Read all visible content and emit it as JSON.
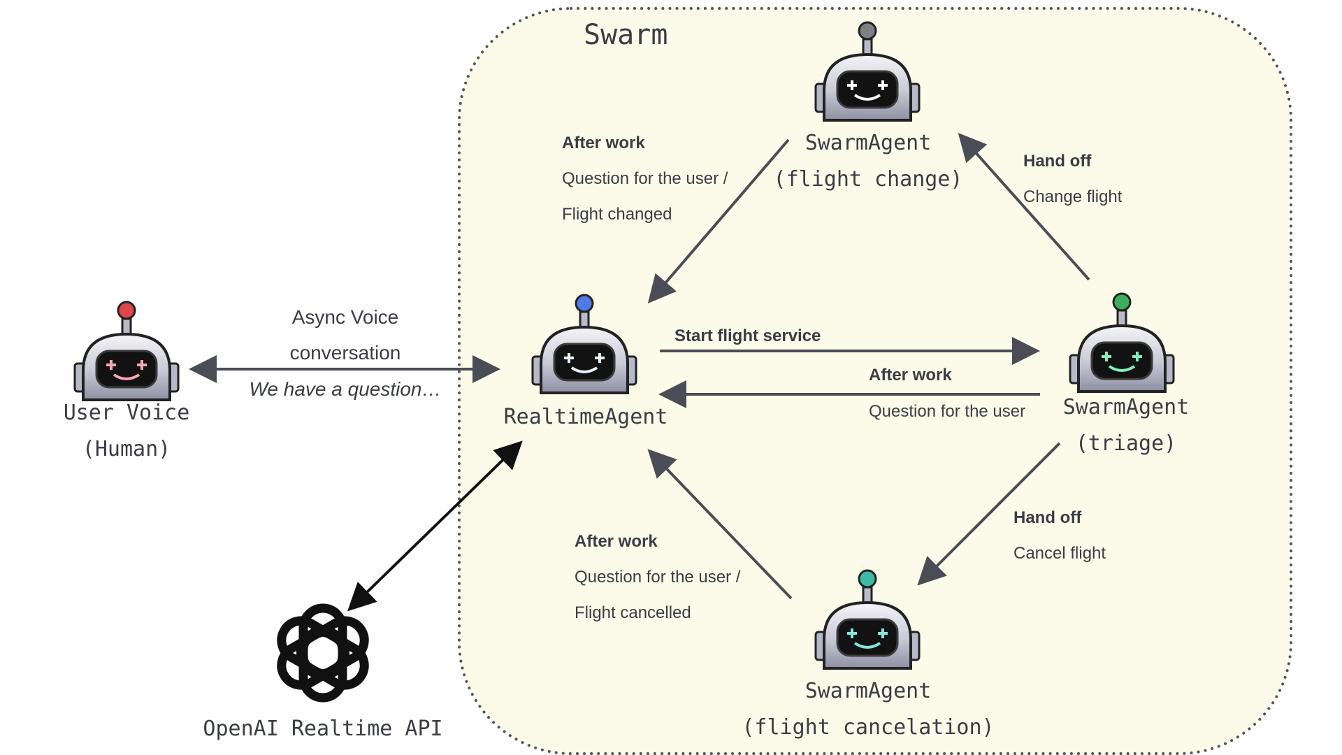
{
  "swarm": {
    "title": "Swarm",
    "fill": "#fcfbea",
    "border": "#555555"
  },
  "agents": {
    "user": {
      "name": "User Voice",
      "role": "(Human)",
      "antenna": "#e0474c",
      "eyes": "#f6a7b0"
    },
    "realtime": {
      "name": "RealtimeAgent",
      "antenna": "#4f7ae8",
      "eyes": "#e8f0ff"
    },
    "flight_change": {
      "name": "SwarmAgent",
      "role": "(flight change)",
      "antenna": "#7d7f84",
      "eyes": "#ffffff"
    },
    "triage": {
      "name": "SwarmAgent",
      "role": "(triage)",
      "antenna": "#3fae5a",
      "eyes": "#7ff0b8"
    },
    "cancel": {
      "name": "SwarmAgent",
      "role": "(flight cancelation)",
      "antenna": "#3cb9a8",
      "eyes": "#7fe8dc"
    }
  },
  "openai": {
    "label": "OpenAI Realtime API",
    "icon": "openai-logo-icon"
  },
  "edges": {
    "voice": {
      "line1": "Async Voice",
      "line2": "conversation",
      "note": "We have a question…"
    },
    "start": {
      "title": "Start flight service"
    },
    "after_triage": {
      "title": "After work",
      "line1": "Question for the user"
    },
    "after_change": {
      "title": "After work",
      "line1": "Question for the user /",
      "line2": "Flight changed"
    },
    "handoff_change": {
      "title": "Hand off",
      "line1": "Change flight"
    },
    "handoff_cancel": {
      "title": "Hand off",
      "line1": "Cancel flight"
    },
    "after_cancel": {
      "title": "After work",
      "line1": "Question for the user /",
      "line2": "Flight cancelled"
    }
  },
  "colors": {
    "arrow": "#4a4d55",
    "arrow_black": "#111111",
    "text": "#3a3d44"
  }
}
